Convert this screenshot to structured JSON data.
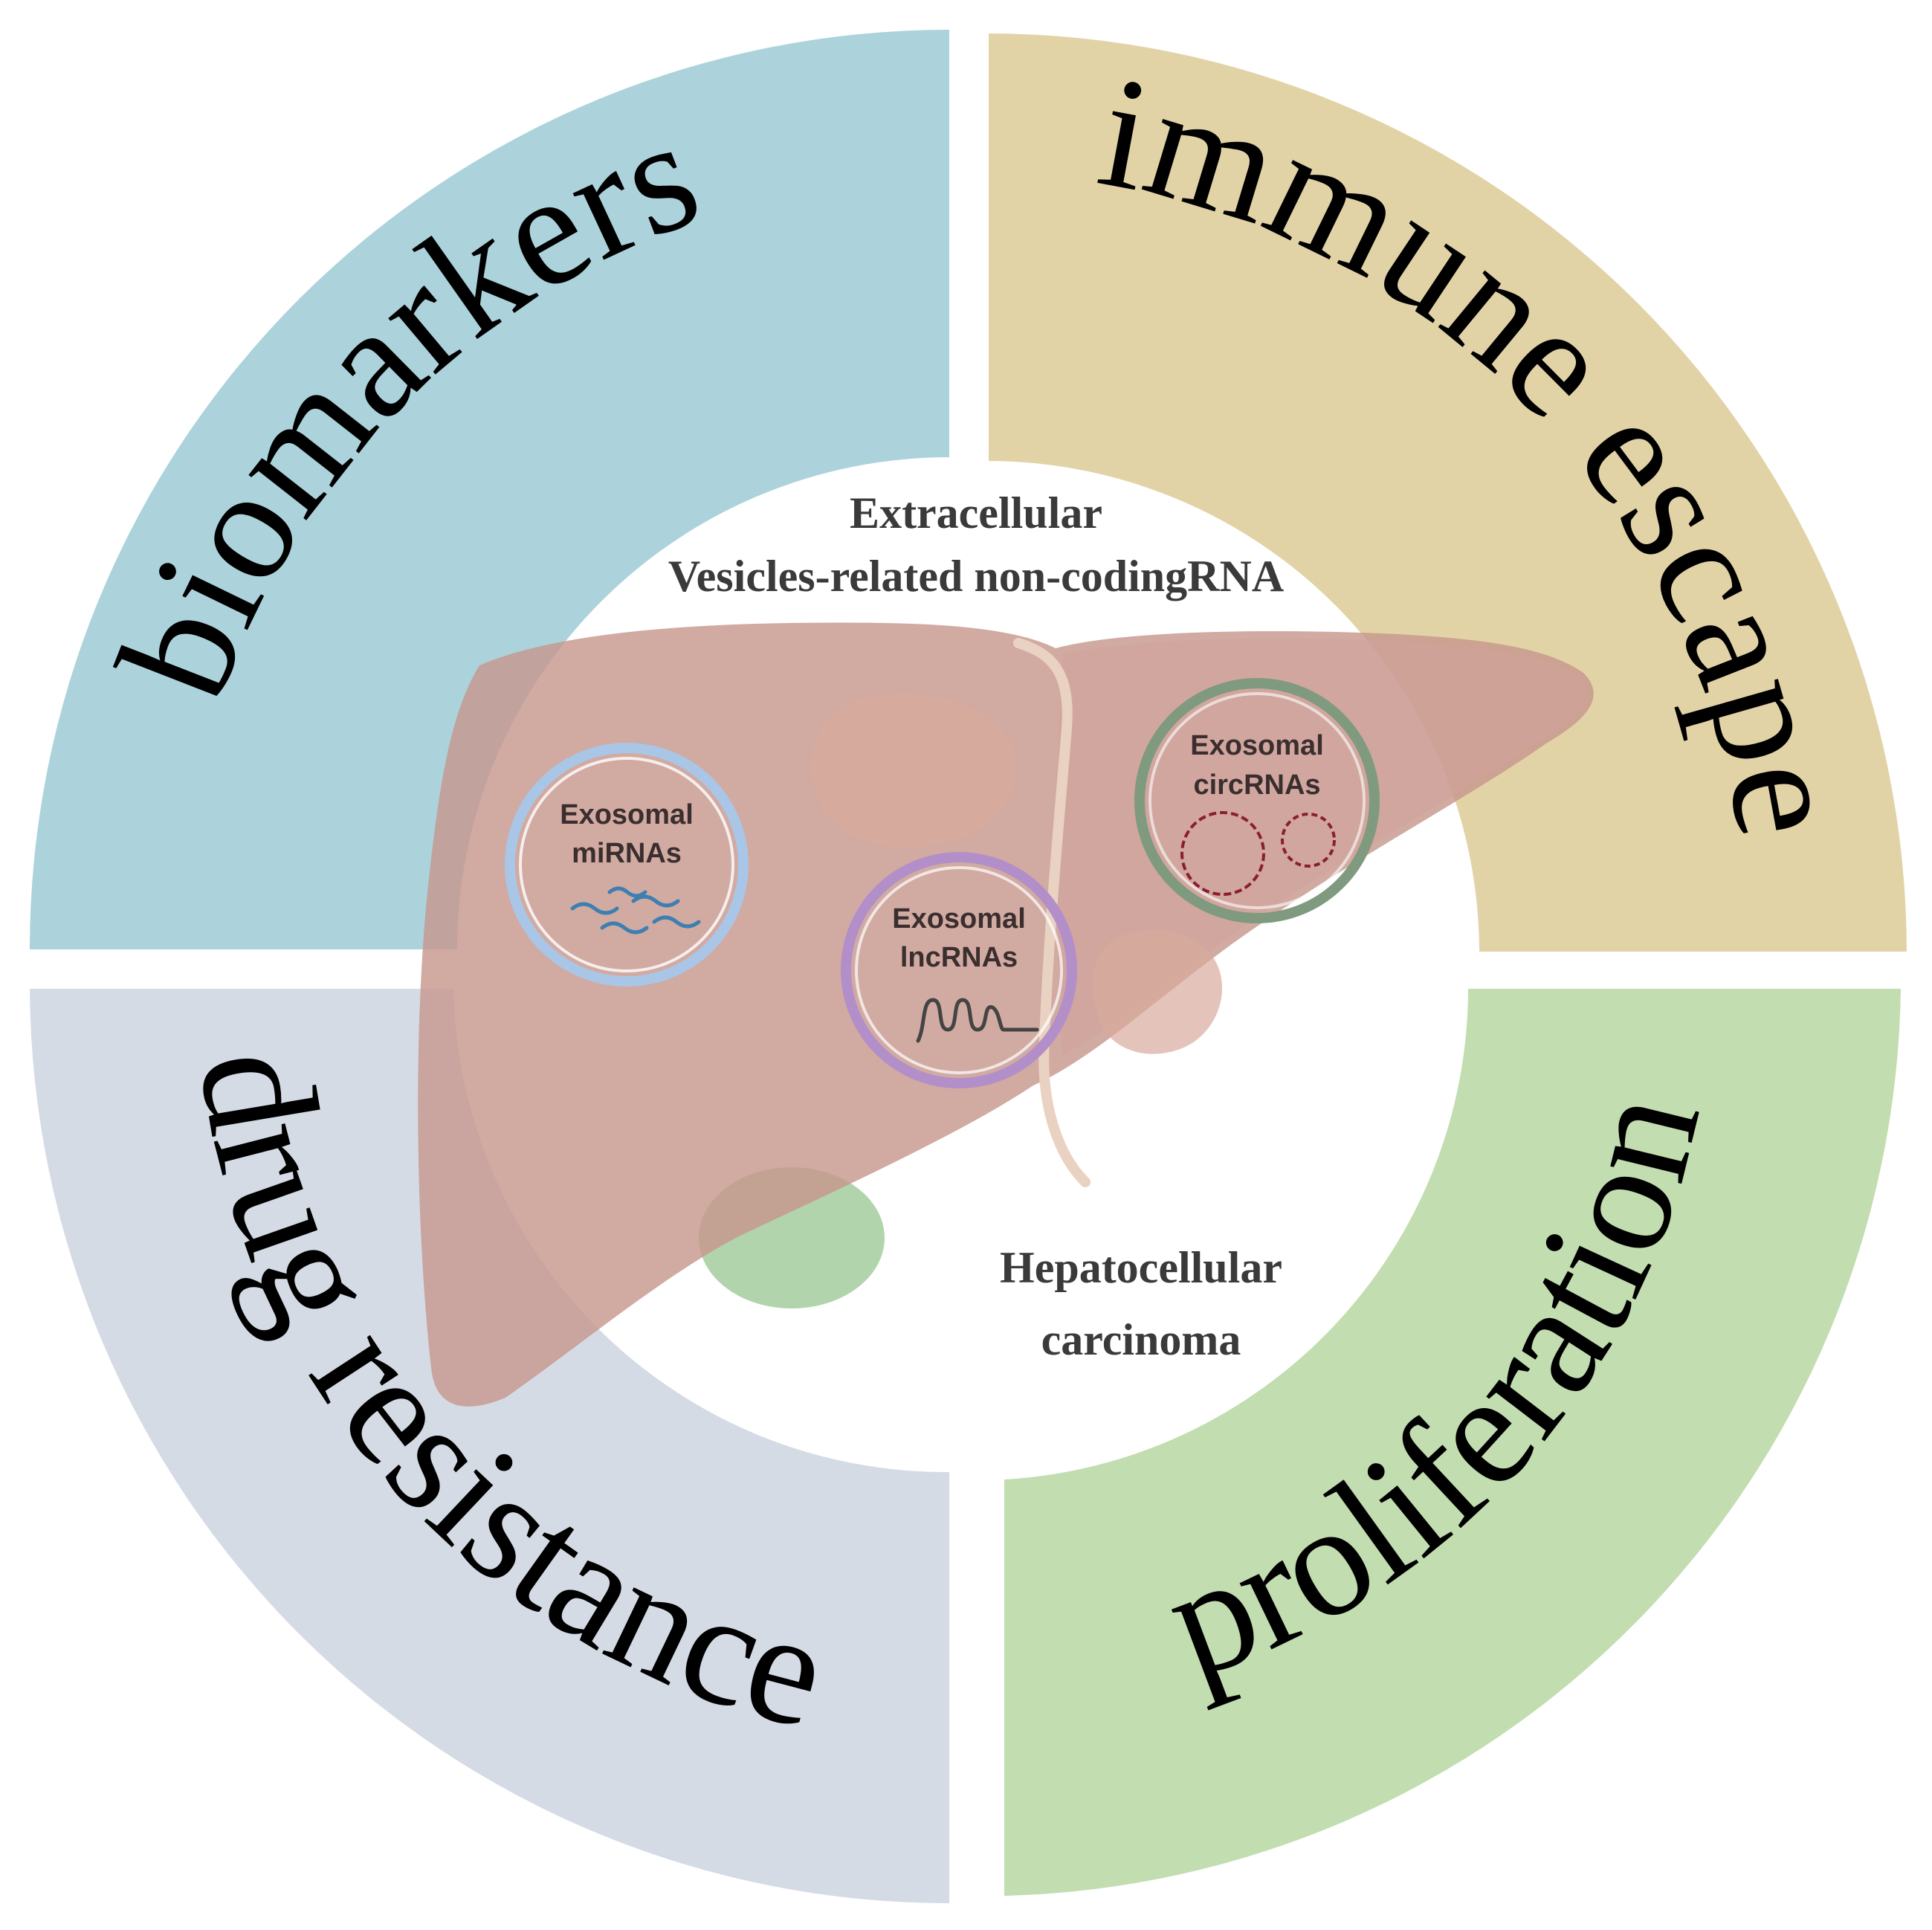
{
  "quadrants": [
    {
      "id": "biomarkers",
      "label": "biomarkers",
      "color": "#acd2db"
    },
    {
      "id": "immune-escape",
      "label": "immune escape",
      "color": "#e2d3a7"
    },
    {
      "id": "proliferation",
      "label": "proliferation",
      "color": "#c2ddb0"
    },
    {
      "id": "drug-resistance",
      "label": "drug resistance",
      "color": "#d5dbe5"
    }
  ],
  "center": {
    "caption_line1": "Extracellular",
    "caption_line2": "Vesicles-related non-codingRNA",
    "organ_line1": "Hepatocellular",
    "organ_line2": "carcinoma"
  },
  "vesicles": [
    {
      "id": "mirnas",
      "line1": "Exosomal",
      "line2": "miRNAs",
      "ring_color": "#a9c6e6"
    },
    {
      "id": "lncrnas",
      "line1": "Exosomal",
      "line2": "lncRNAs",
      "ring_color": "#b38fc9"
    },
    {
      "id": "circrnas",
      "line1": "Exosomal",
      "line2": "circRNAs",
      "ring_color": "#7f9a7e"
    }
  ],
  "colors": {
    "liver": "#c7978d",
    "liver_lobe_left": "#cfa39a",
    "gallbladder": "#a9cfa4",
    "ligament": "#e9d2c2"
  }
}
